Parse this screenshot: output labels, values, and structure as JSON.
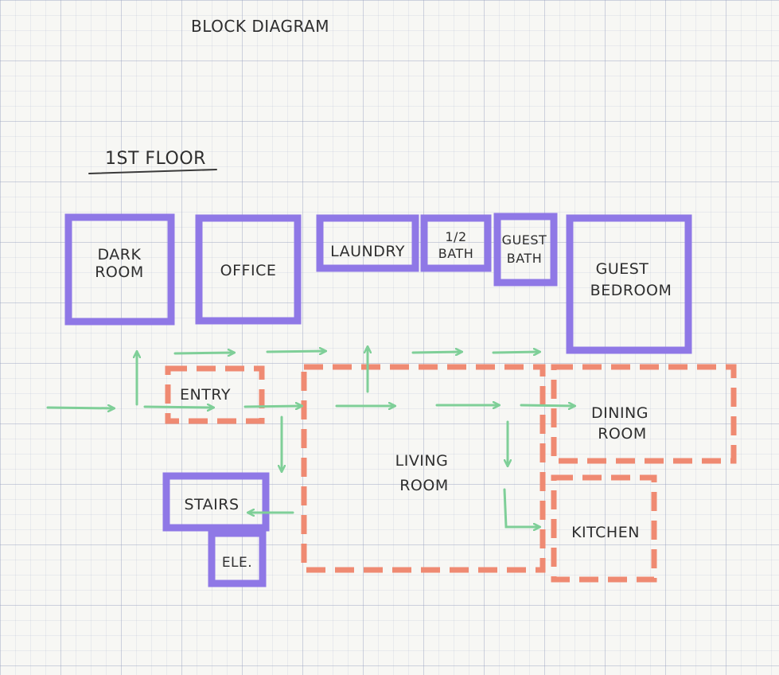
{
  "title": "BLOCK DIAGRAM",
  "floor_label": "1ST FLOOR",
  "colors": {
    "private_room": "#8f78e6",
    "public_room": "#ef8a72",
    "circulation": "#7fcf98",
    "ink": "#2e2e2e"
  },
  "rooms": {
    "dark_room": [
      "DARK",
      "ROOM"
    ],
    "office": [
      "OFFICE"
    ],
    "laundry": [
      "LAUNDRY"
    ],
    "half_bath": [
      "1/2",
      "BATH"
    ],
    "guest_bath": [
      "GUEST",
      "BATH"
    ],
    "guest_bedroom": [
      "GUEST",
      "BEDROOM"
    ],
    "entry": [
      "ENTRY"
    ],
    "living_room": [
      "LIVING",
      "ROOM"
    ],
    "dining_room": [
      "DINING",
      "ROOM"
    ],
    "kitchen": [
      "KITCHEN"
    ],
    "stairs": [
      "STAIRS"
    ],
    "elevator": [
      "ELE."
    ]
  }
}
